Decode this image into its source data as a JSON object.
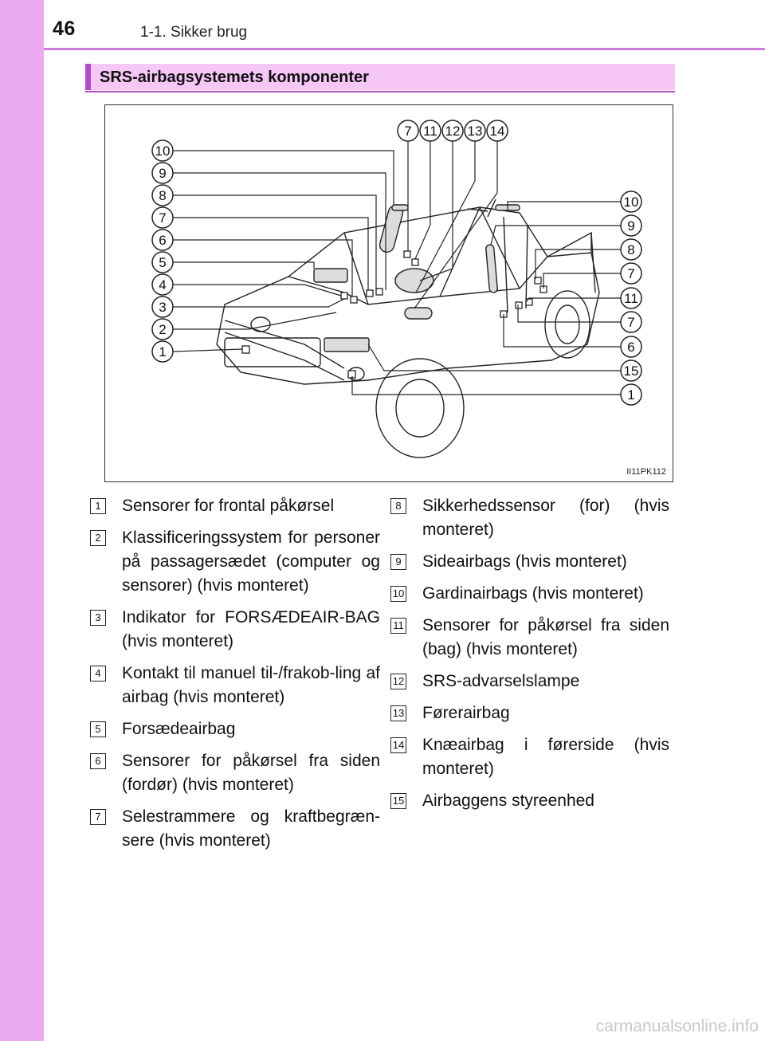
{
  "header": {
    "page_number": "46",
    "breadcrumb": "1-1. Sikker brug"
  },
  "section": {
    "title": "SRS-airbagsystemets komponenter"
  },
  "figure": {
    "code": "II11PK112",
    "left_callouts": [
      "10",
      "9",
      "8",
      "7",
      "6",
      "5",
      "4",
      "3",
      "2",
      "1"
    ],
    "top_callouts": [
      "7",
      "11",
      "12",
      "13",
      "14"
    ],
    "right_callouts": [
      "10",
      "9",
      "8",
      "7",
      "11",
      "7",
      "6",
      "15",
      "1"
    ]
  },
  "items_left": [
    {
      "num": "1",
      "text": "Sensorer for frontal påkørsel"
    },
    {
      "num": "2",
      "text": "Klassificeringssystem for personer på passagersædet (computer og sensorer) (hvis monteret)"
    },
    {
      "num": "3",
      "text": "Indikator for FORSÆDEAIR-BAG (hvis monteret)"
    },
    {
      "num": "4",
      "text": "Kontakt til manuel til-/frakob-ling af airbag (hvis monteret)"
    },
    {
      "num": "5",
      "text": "Forsædeairbag"
    },
    {
      "num": "6",
      "text": "Sensorer for påkørsel fra siden (fordør) (hvis monteret)"
    },
    {
      "num": "7",
      "text": "Selestrammere og kraftbegræn-sere (hvis monteret)"
    }
  ],
  "items_right": [
    {
      "num": "8",
      "text": "Sikkerhedssensor (for) (hvis monteret)"
    },
    {
      "num": "9",
      "text": "Sideairbags (hvis monteret)"
    },
    {
      "num": "10",
      "text": "Gardinairbags (hvis monteret)"
    },
    {
      "num": "11",
      "text": "Sensorer for påkørsel fra siden (bag) (hvis monteret)"
    },
    {
      "num": "12",
      "text": "SRS-advarselslampe"
    },
    {
      "num": "13",
      "text": "Førerairbag"
    },
    {
      "num": "14",
      "text": "Knæairbag i førerside (hvis monteret)"
    },
    {
      "num": "15",
      "text": "Airbaggens styreenhed"
    }
  ],
  "footer": {
    "watermark": "carmanualsonline.info"
  }
}
